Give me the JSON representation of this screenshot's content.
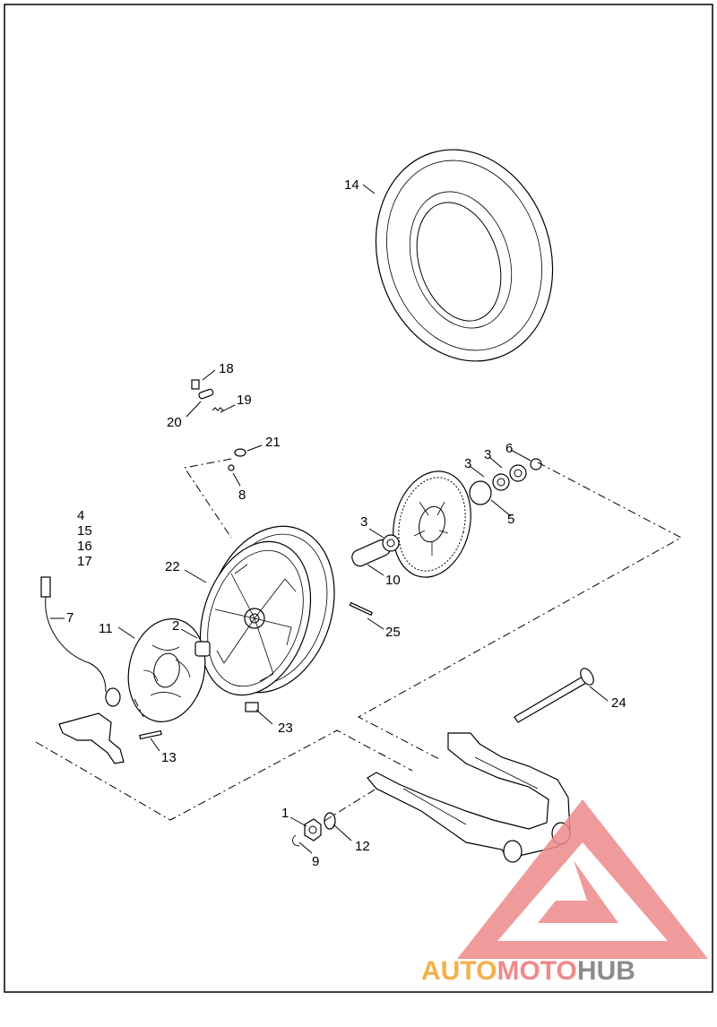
{
  "labels": {
    "l1": "1",
    "l2": "2",
    "l3a": "3",
    "l3b": "3",
    "l3c": "3",
    "l3d": "3",
    "l4": "4",
    "l5": "5",
    "l6": "6",
    "l7": "7",
    "l8": "8",
    "l9": "9",
    "l10": "10",
    "l11": "11",
    "l12": "12",
    "l13": "13",
    "l14": "14",
    "l15": "15",
    "l16": "16",
    "l17": "17",
    "l18": "18",
    "l19": "19",
    "l20": "20",
    "l21": "21",
    "l22": "22",
    "l23": "23",
    "l24": "24",
    "l25": "25"
  },
  "watermark": {
    "part1": "AUTO",
    "part2": "MOTO",
    "part3": "HUB",
    "color1": "#f5b04a",
    "color2": "#f08a8a",
    "color3": "#8c8c8c",
    "logo_color": "#ee8a8a"
  }
}
